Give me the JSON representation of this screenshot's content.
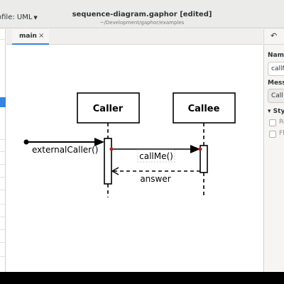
{
  "window": {
    "title": "sequence-diagram.gaphor [edited]",
    "subtitle": "~/Development/gaphor/examples",
    "profile_label": "ofile: UML"
  },
  "tabs": [
    {
      "label": "main",
      "close_glyph": "×"
    }
  ],
  "right_panel": {
    "undo_glyph": "↶",
    "name_label": "Name",
    "name_value": "callMe()",
    "message_label": "Message",
    "message_value": "Call",
    "style_label": "Style",
    "checkbox_1_label": "Re",
    "checkbox_2_label": "Fl"
  },
  "diagram": {
    "lifeline_1_name": "Caller",
    "lifeline_2_name": "Callee",
    "found_message": "externalCaller()",
    "call_message": "callMe()",
    "reply_message": "answer"
  }
}
